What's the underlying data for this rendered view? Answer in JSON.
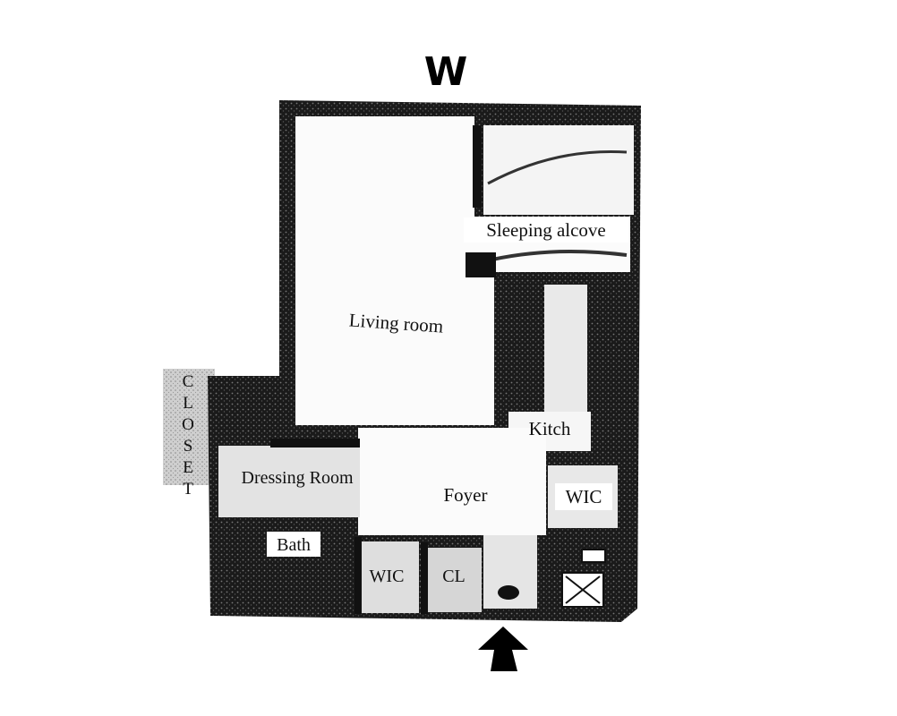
{
  "compass": {
    "direction": "W"
  },
  "rooms": {
    "sleeping_alcove": "Sleeping alcove",
    "living_room": "Living room",
    "kitchen": "Kitch",
    "closet_letters": [
      "C",
      "L",
      "O",
      "S",
      "E",
      "T"
    ],
    "dressing_room": "Dressing Room",
    "foyer": "Foyer",
    "wic_right": "WIC",
    "bath": "Bath",
    "wic_bottom": "WIC",
    "cl": "CL"
  },
  "entry_arrow_icon": "up-arrow-icon",
  "colors": {
    "wall": "#111111",
    "floor": "#ffffff",
    "hatch": "#3a3a3a",
    "closet_bg": "#cfcfcf"
  }
}
